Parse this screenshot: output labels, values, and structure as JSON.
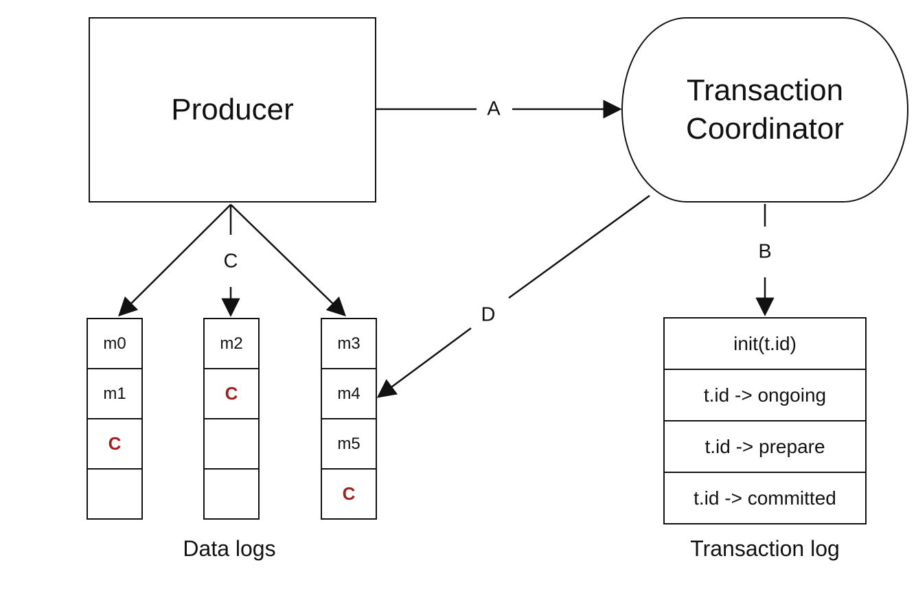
{
  "nodes": {
    "producer": "Producer",
    "coordinator_line1": "Transaction",
    "coordinator_line2": "Coordinator"
  },
  "edges": {
    "a": "A",
    "b": "B",
    "c": "C",
    "d": "D"
  },
  "data_logs": {
    "caption": "Data logs",
    "partition_0": [
      "m0",
      "m1",
      "C",
      ""
    ],
    "partition_1": [
      "m2",
      "C",
      "",
      ""
    ],
    "partition_2": [
      "m3",
      "m4",
      "m5",
      "C"
    ]
  },
  "transaction_log": {
    "caption": "Transaction log",
    "entries": [
      "init(t.id)",
      "t.id -> ongoing",
      "t.id -> prepare",
      "t.id -> committed"
    ]
  },
  "colors": {
    "line": "#111111",
    "control_marker": "#a11f1f"
  }
}
